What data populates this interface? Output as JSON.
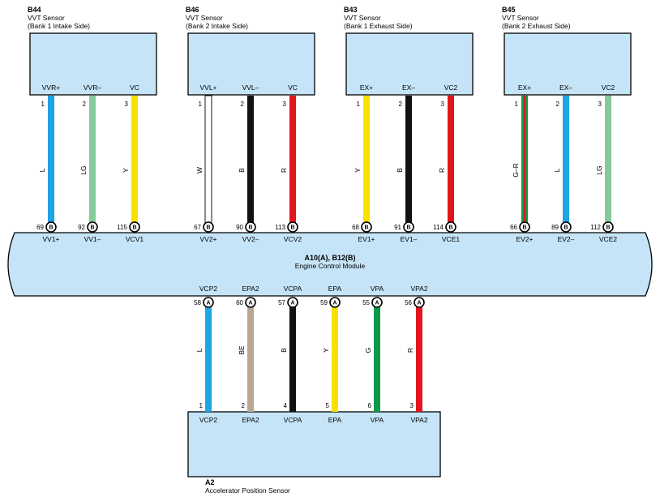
{
  "sensors": [
    {
      "code": "B44",
      "name": "VVT Sensor",
      "location": "(Bank 1 Intake Side)",
      "wires": [
        {
          "terminal": "VVR+",
          "pin": "1",
          "color_code": "L",
          "ecm_pin": "69",
          "connector": "B",
          "ecm_terminal": "VV1+",
          "color": "#1ea5e3"
        },
        {
          "terminal": "VVR–",
          "pin": "2",
          "color_code": "LG",
          "ecm_pin": "92",
          "connector": "B",
          "ecm_terminal": "VV1–",
          "color": "#86c99a"
        },
        {
          "terminal": "VC",
          "pin": "3",
          "color_code": "Y",
          "ecm_pin": "115",
          "connector": "B",
          "ecm_terminal": "VCV1",
          "color": "#f9e000"
        }
      ]
    },
    {
      "code": "B46",
      "name": "VVT Sensor",
      "location": "(Bank 2 Intake Side)",
      "wires": [
        {
          "terminal": "VVL+",
          "pin": "1",
          "color_code": "W",
          "ecm_pin": "67",
          "connector": "B",
          "ecm_terminal": "VV2+",
          "color": "#ffffff"
        },
        {
          "terminal": "VVL–",
          "pin": "2",
          "color_code": "B",
          "ecm_pin": "90",
          "connector": "B",
          "ecm_terminal": "VV2–",
          "color": "#111111"
        },
        {
          "terminal": "VC",
          "pin": "3",
          "color_code": "R",
          "ecm_pin": "113",
          "connector": "B",
          "ecm_terminal": "VCV2",
          "color": "#e1161d"
        }
      ]
    },
    {
      "code": "B43",
      "name": "VVT Sensor",
      "location": "(Bank 1 Exhaust Side)",
      "wires": [
        {
          "terminal": "EX+",
          "pin": "1",
          "color_code": "Y",
          "ecm_pin": "68",
          "connector": "B",
          "ecm_terminal": "EV1+",
          "color": "#f9e000"
        },
        {
          "terminal": "EX–",
          "pin": "2",
          "color_code": "B",
          "ecm_pin": "91",
          "connector": "B",
          "ecm_terminal": "EV1–",
          "color": "#111111"
        },
        {
          "terminal": "VC2",
          "pin": "3",
          "color_code": "R",
          "ecm_pin": "114",
          "connector": "B",
          "ecm_terminal": "VCE1",
          "color": "#e1161d"
        }
      ]
    },
    {
      "code": "B45",
      "name": "VVT Sensor",
      "location": "(Bank 2 Exhaust Side)",
      "wires": [
        {
          "terminal": "EX+",
          "pin": "1",
          "color_code": "G–R",
          "ecm_pin": "66",
          "connector": "B",
          "ecm_terminal": "EV2+",
          "color": "#0c9a46",
          "stripe": "#e1161d"
        },
        {
          "terminal": "EX–",
          "pin": "2",
          "color_code": "L",
          "ecm_pin": "89",
          "connector": "B",
          "ecm_terminal": "EV2–",
          "color": "#1ea5e3"
        },
        {
          "terminal": "VC2",
          "pin": "3",
          "color_code": "LG",
          "ecm_pin": "112",
          "connector": "B",
          "ecm_terminal": "VCE2",
          "color": "#86c99a"
        }
      ]
    }
  ],
  "ecm": {
    "code": "A10(A), B12(B)",
    "name": "Engine Control Module"
  },
  "accel": {
    "code": "A2",
    "name": "Accelerator Position Sensor",
    "wires": [
      {
        "ecm_terminal": "VCP2",
        "ecm_pin": "58",
        "connector": "A",
        "color_code": "L",
        "pin": "1",
        "terminal": "VCP2",
        "color": "#1ea5e3"
      },
      {
        "ecm_terminal": "EPA2",
        "ecm_pin": "60",
        "connector": "A",
        "color_code": "BE",
        "pin": "2",
        "terminal": "EPA2",
        "color": "#b8a892"
      },
      {
        "ecm_terminal": "VCPA",
        "ecm_pin": "57",
        "connector": "A",
        "color_code": "B",
        "pin": "4",
        "terminal": "VCPA",
        "color": "#111111"
      },
      {
        "ecm_terminal": "EPA",
        "ecm_pin": "59",
        "connector": "A",
        "color_code": "Y",
        "pin": "5",
        "terminal": "EPA",
        "color": "#f9e000"
      },
      {
        "ecm_terminal": "VPA",
        "ecm_pin": "55",
        "connector": "A",
        "color_code": "G",
        "pin": "6",
        "terminal": "VPA",
        "color": "#0c9a46"
      },
      {
        "ecm_terminal": "VPA2",
        "ecm_pin": "56",
        "connector": "A",
        "color_code": "R",
        "pin": "3",
        "terminal": "VPA2",
        "color": "#e1161d"
      }
    ]
  }
}
